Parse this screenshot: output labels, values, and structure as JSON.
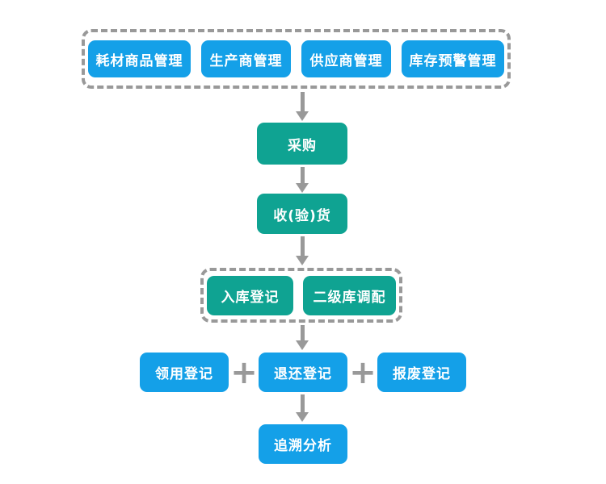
{
  "colors": {
    "node_blue": "#14a0e8",
    "node_teal": "#0fa392",
    "connector_gray": "#999999",
    "label_white": "#ffffff",
    "background": "#ffffff"
  },
  "flowchart": {
    "management_group": {
      "items": [
        {
          "label": "耗材商品管理"
        },
        {
          "label": "生产商管理"
        },
        {
          "label": "供应商管理"
        },
        {
          "label": "库存预警管理"
        }
      ]
    },
    "procurement": {
      "label": "采购"
    },
    "receiving": {
      "label": "收(验)货"
    },
    "warehouse_group": {
      "items": [
        {
          "label": "入库登记"
        },
        {
          "label": "二级库调配"
        }
      ]
    },
    "usage_row": {
      "items": [
        {
          "label": "领用登记"
        },
        {
          "label": "退还登记"
        },
        {
          "label": "报废登记"
        }
      ],
      "separator": "+"
    },
    "traceability": {
      "label": "追溯分析"
    }
  }
}
